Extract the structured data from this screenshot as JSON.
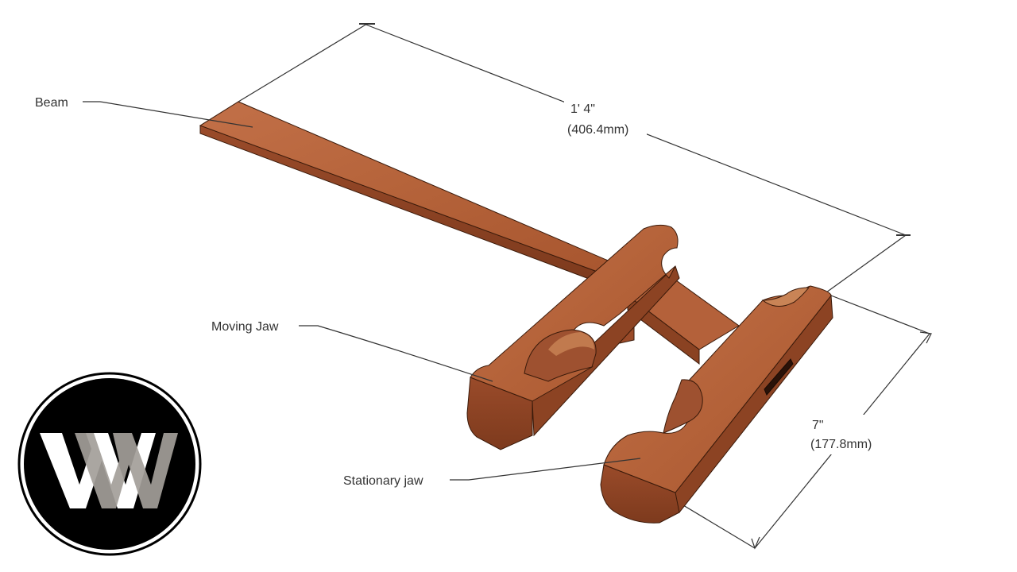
{
  "labels": {
    "beam": "Beam",
    "moving_jaw": "Moving Jaw",
    "stationary_jaw": "Stationary jaw"
  },
  "dimensions": {
    "length": {
      "imperial": "1' 4\"",
      "metric": "(406.4mm)"
    },
    "width": {
      "imperial": "7\"",
      "metric": "(177.8mm)"
    }
  },
  "colors": {
    "wood_top": "#b8663c",
    "wood_side": "#8f4424",
    "wood_dark": "#6e3218",
    "line": "#333333",
    "logo_bg": "#000000",
    "logo_w1": "#ffffff",
    "logo_w2": "#a39e99"
  },
  "logo": {
    "icon": "ww-monogram-logo",
    "letters": "WW"
  }
}
